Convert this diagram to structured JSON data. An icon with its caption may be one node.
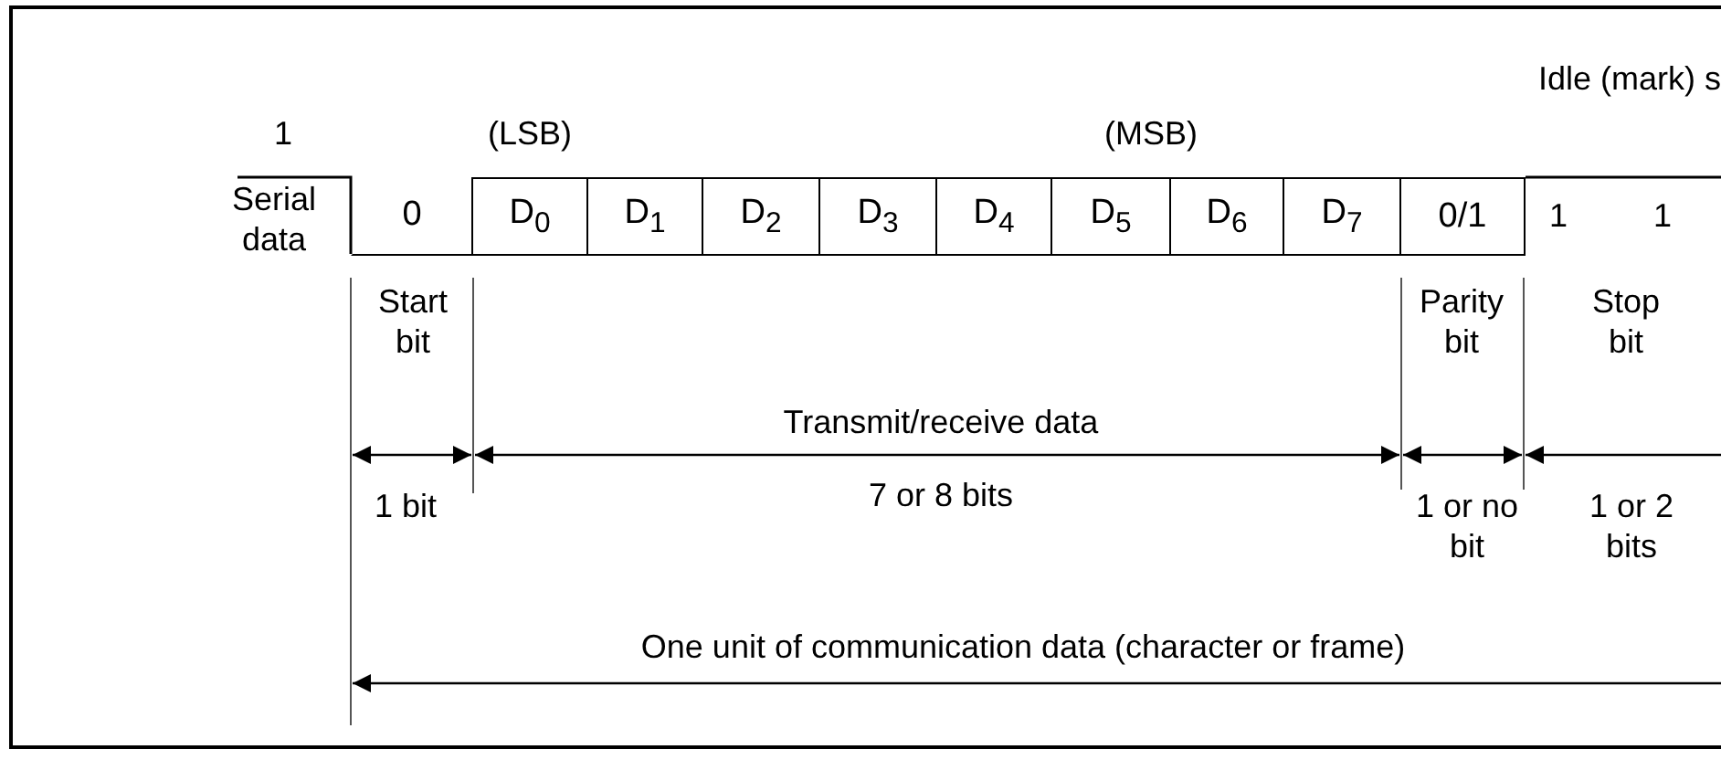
{
  "diagram": {
    "nodes": [
      {
        "text": [
          "0"
        ]
      },
      {
        "text": [
          "D$_{0}$"
        ]
      },
      {
        "text": [
          "D$_{1}$"
        ]
      },
      {
        "text": [
          "D$_{2}$"
        ]
      },
      {
        "text": [
          "D$_{3}$"
        ]
      },
      {
        "text": [
          "D$_{4}$"
        ]
      },
      {
        "text": [
          "D$_{5}$"
        ]
      },
      {
        "text": [
          "D$_{6}$"
        ]
      },
      {
        "text": [
          "D$_{7}$"
        ]
      },
      {
        "text": [
          "0/1"
        ]
      }
    ],
    "labels": [
      "Idle (mark) s",
      "1",
      "(LSB)",
      "(MSB)",
      "Serial data",
      "1",
      "1",
      "Start bit",
      "Parity bit",
      "Stop bit",
      "Transmit/receive data",
      "1 bit",
      "7 or 8 bits",
      "1 or no bit",
      "1 or 2 bits",
      "One unit of communication data (character or frame)"
    ]
  }
}
